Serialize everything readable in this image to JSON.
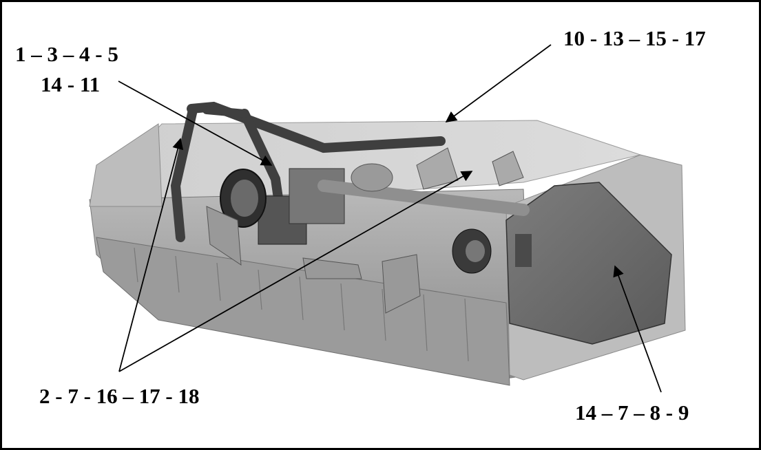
{
  "callouts": {
    "top_left_line1": "1 – 3 – 4 - 5",
    "top_left_line2": "14 - 11",
    "top_right": "10 - 13 – 15 - 17",
    "bottom_left": "2 - 7 - 16 – 17 - 18",
    "bottom_right": "14 – 7 – 8 - 9"
  },
  "colors": {
    "body_light": "#c9c9c9",
    "body_mid": "#a8a8a8",
    "body_dark": "#6f6f6f",
    "frame_dark": "#3f3f3f",
    "line": "#000000"
  }
}
